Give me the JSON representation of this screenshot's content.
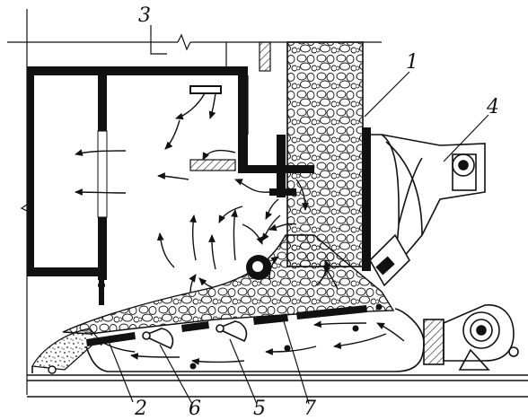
{
  "figure": {
    "callouts": [
      {
        "id": "1",
        "text": "1"
      },
      {
        "id": "2",
        "text": "2"
      },
      {
        "id": "3",
        "text": "3"
      },
      {
        "id": "4",
        "text": "4"
      },
      {
        "id": "5",
        "text": "5"
      },
      {
        "id": "6",
        "text": "6"
      },
      {
        "id": "7",
        "text": "7"
      }
    ],
    "colors": {
      "line": "#111111",
      "background": "#ffffff",
      "hatch": "#111111"
    }
  }
}
